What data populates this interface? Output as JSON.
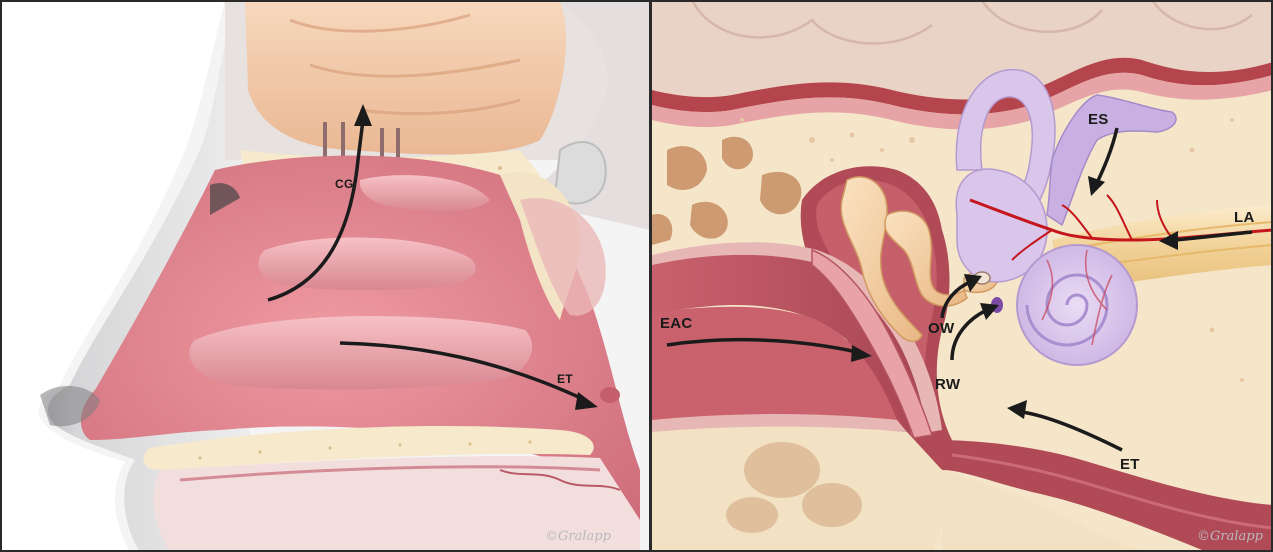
{
  "left_panel": {
    "labels": {
      "cg": "CG",
      "et": "ET"
    },
    "copyright": "©Gralapp"
  },
  "right_panel": {
    "labels": {
      "es": "ES",
      "la": "LA",
      "eac": "EAC",
      "ow": "OW",
      "rw": "RW",
      "et": "ET"
    },
    "copyright": "©Gralapp"
  },
  "colors": {
    "mucosa": "#e08f97",
    "bone": "#f6e9cc",
    "brain": "#f2c9a6",
    "labyrinth": "#d9c6ea",
    "vessel": "#c4161c",
    "arrow": "#1b1b1b",
    "border": "#2a2a2a"
  }
}
